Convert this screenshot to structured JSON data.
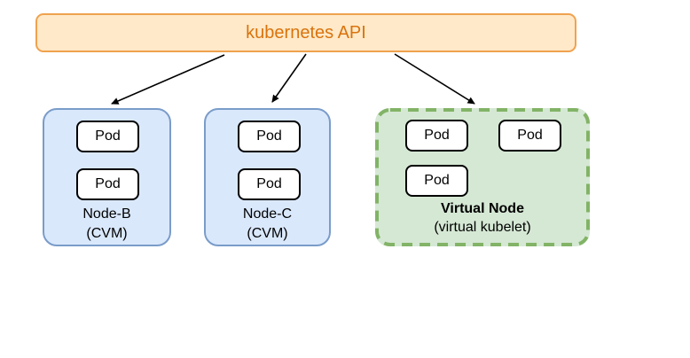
{
  "api_box": {
    "label": "kubernetes API"
  },
  "nodes": [
    {
      "title": "Node-B",
      "subtitle": "(CVM)",
      "pods": [
        "Pod",
        "Pod"
      ]
    },
    {
      "title": "Node-C",
      "subtitle": "(CVM)",
      "pods": [
        "Pod",
        "Pod"
      ]
    },
    {
      "title": "Virtual Node",
      "subtitle": "(virtual kubelet)",
      "pods": [
        "Pod",
        "Pod",
        "Pod"
      ]
    }
  ],
  "colors": {
    "api_fill": "#ffe9c8",
    "api_border": "#f0a24f",
    "api_text": "#d9730d",
    "cvm_fill": "#dae8fc",
    "cvm_border": "#7a9cc9",
    "virtual_fill": "#d5e8d4",
    "virtual_border": "#82b366",
    "pod_fill": "#ffffff",
    "pod_border": "#000000",
    "arrow": "#000000"
  }
}
